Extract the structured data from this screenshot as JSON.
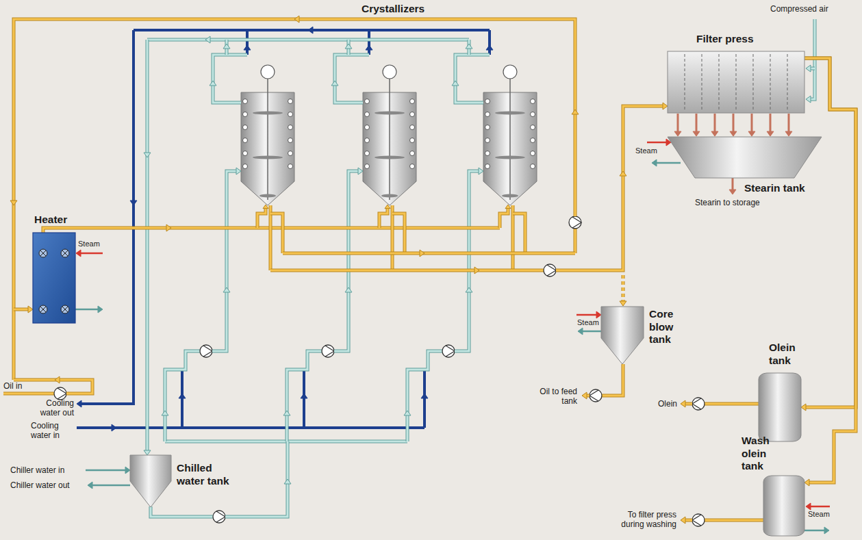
{
  "diagram": {
    "nodes": [
      {
        "text": [
          "Heater"
        ]
      },
      {
        "text": [
          "Filter press"
        ]
      },
      {
        "text": [
          "Stearin tank"
        ]
      },
      {
        "text": [
          "Core blow tank"
        ]
      },
      {
        "text": [
          "Olein tank"
        ]
      },
      {
        "text": [
          "Wash olein tank"
        ]
      },
      {
        "text": [
          "Chilled water tank"
        ]
      }
    ],
    "edges": [
      {
        "from": 1,
        "to": 2,
        "arrow": "to"
      },
      {
        "from": 1,
        "to": 4,
        "arrow": "to"
      },
      {
        "from": 1,
        "to": 5,
        "arrow": "to"
      }
    ],
    "labels": [
      "Crystallizers",
      "Compressed air",
      "Steam",
      "Steam",
      "Stearin to storage",
      "Oil in",
      "Cooling water out",
      "Cooling water in",
      "Chiller water in",
      "Chiller water out",
      "Steam",
      "Oil to feed tank",
      "Olein",
      "Steam",
      "To filter press during washing"
    ]
  }
}
